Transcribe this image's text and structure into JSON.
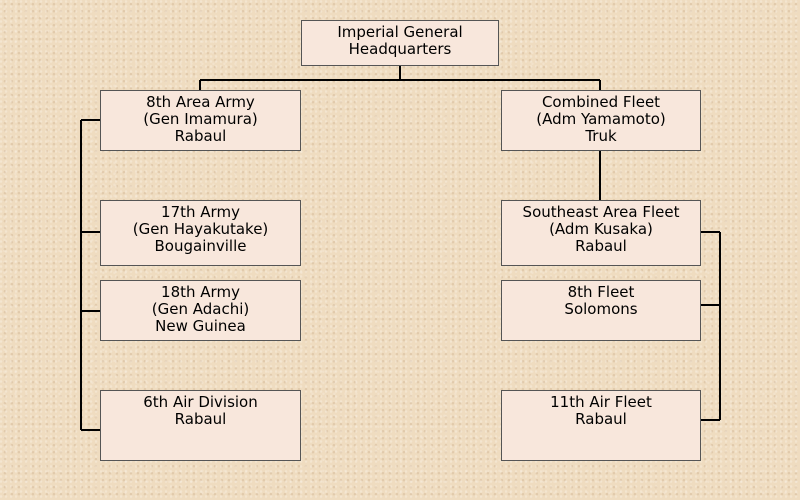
{
  "org_chart": {
    "hq": {
      "line1": "Imperial General",
      "line2": "Headquarters"
    },
    "army_branch": {
      "area_army": {
        "line1": "8th Area Army",
        "line2": "(Gen Imamura)",
        "line3": "Rabaul"
      },
      "army17": {
        "line1": "17th Army",
        "line2": "(Gen Hayakutake)",
        "line3": "Bougainville"
      },
      "army18": {
        "line1": "18th Army",
        "line2": "(Gen Adachi)",
        "line3": "New Guinea"
      },
      "air6": {
        "line1": "6th Air Division",
        "line2": "Rabaul"
      }
    },
    "navy_branch": {
      "combined_fleet": {
        "line1": "Combined Fleet",
        "line2": "(Adm Yamamoto)",
        "line3": "Truk"
      },
      "southeast_fleet": {
        "line1": "Southeast Area Fleet",
        "line2": "(Adm Kusaka)",
        "line3": "Rabaul"
      },
      "fleet8": {
        "line1": "8th Fleet",
        "line2": "Solomons"
      },
      "air11": {
        "line1": "11th Air Fleet",
        "line2": "Rabaul"
      }
    }
  }
}
